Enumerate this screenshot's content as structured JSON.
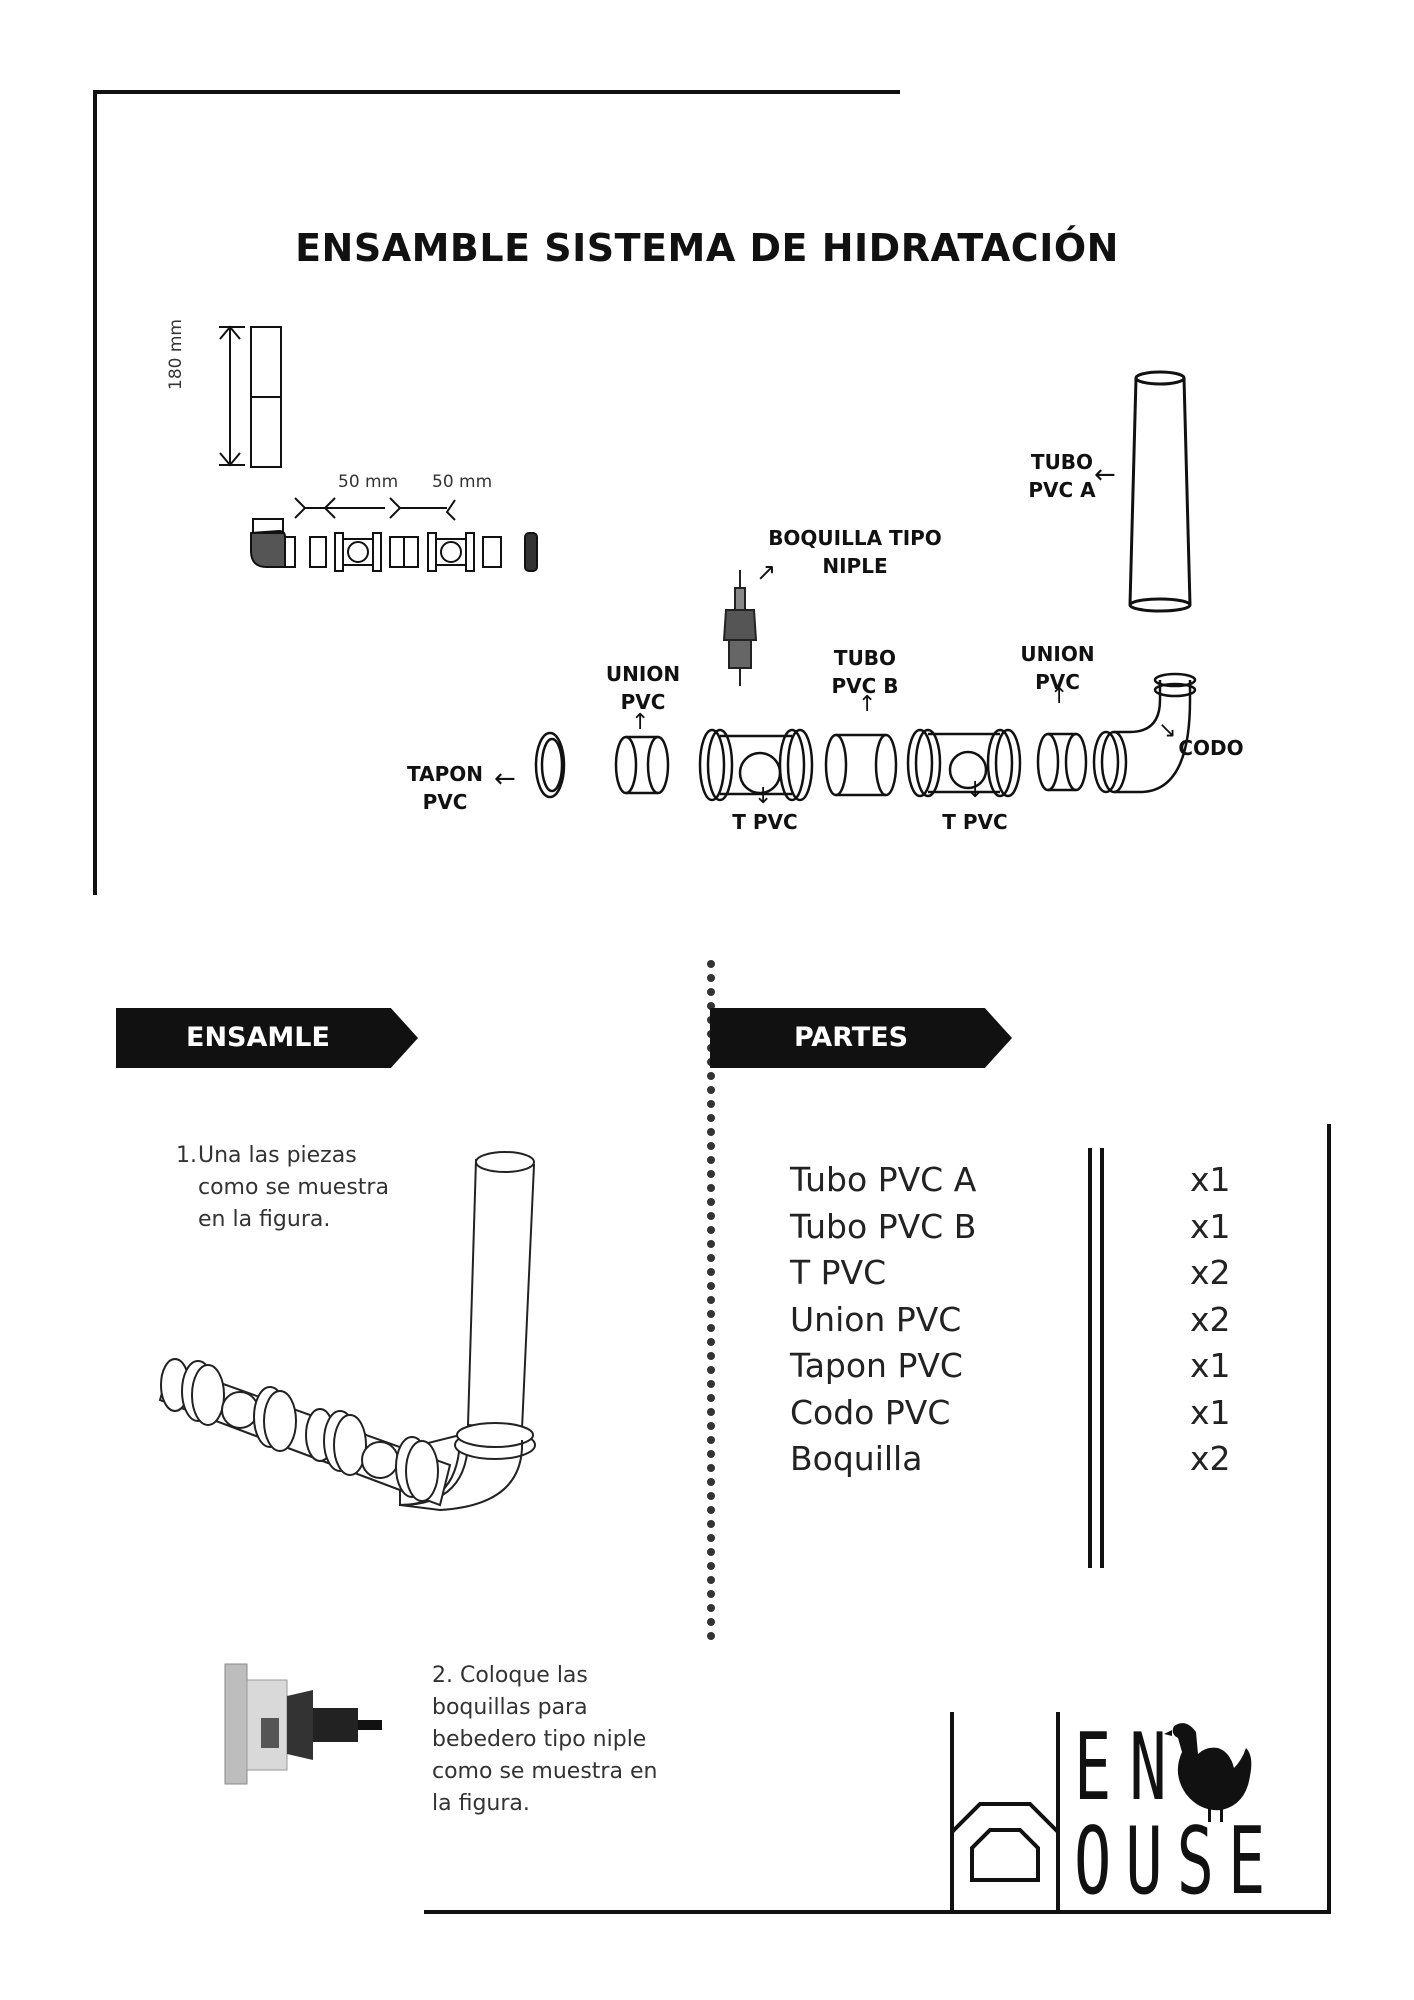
{
  "title": "ENSAMBLE SISTEMA DE HIDRATACIÓN",
  "diagram": {
    "dimension_vertical": "180 mm",
    "dimension_a": "50 mm",
    "dimension_b": "50 mm",
    "labels": {
      "tubo_a": [
        "TUBO",
        "PVC A"
      ],
      "boquilla": [
        "BOQUILLA TIPO",
        "NIPLE"
      ],
      "union_left": [
        "UNION",
        "PVC"
      ],
      "tubo_b": [
        "TUBO",
        "PVC B"
      ],
      "union_right": [
        "UNION",
        "PVC"
      ],
      "tapon": [
        "TAPON",
        "PVC"
      ],
      "codo": "CODO",
      "t_left": "T PVC",
      "t_right": "T PVC"
    }
  },
  "ensamble": {
    "banner": "ENSAMLE",
    "step1_num": "1.",
    "step1": [
      "Una las piezas",
      "como se muestra",
      "en la figura."
    ],
    "step2": [
      "2. Coloque las",
      "boquillas para",
      "bebedero tipo niple",
      "como se muestra en",
      "la figura."
    ]
  },
  "partes": {
    "banner": "PARTES",
    "items": [
      {
        "name": "Tubo PVC A",
        "qty": "x1"
      },
      {
        "name": "Tubo PVC B",
        "qty": "x1"
      },
      {
        "name": "T PVC",
        "qty": "x2"
      },
      {
        "name": "Union PVC",
        "qty": "x2"
      },
      {
        "name": "Tapon PVC",
        "qty": "x1"
      },
      {
        "name": "Codo PVC",
        "qty": "x1"
      },
      {
        "name": "Boquilla",
        "qty": "x2"
      }
    ]
  },
  "logo": {
    "text_top": "EN",
    "text_bottom": "OUSE"
  }
}
